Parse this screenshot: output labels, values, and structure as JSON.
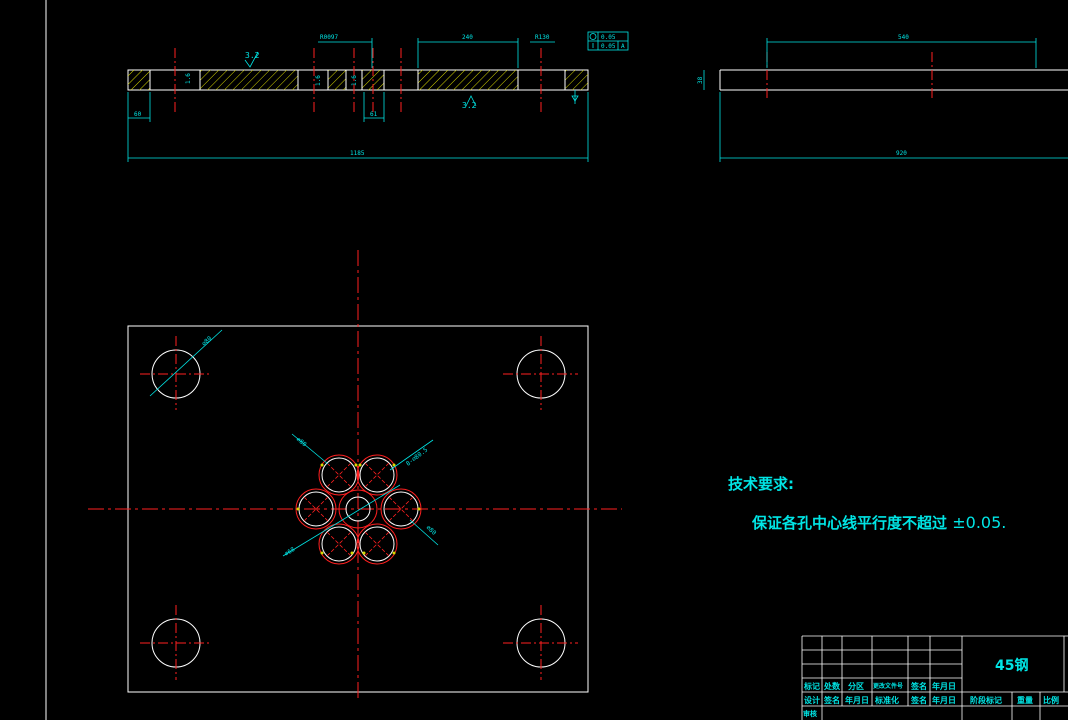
{
  "technical_requirements": {
    "title": "技术要求:",
    "line": "保证各孔中心线平行度不超过",
    "tolerance": "±0.05."
  },
  "title_block": {
    "material": "45钢",
    "row1": [
      "标记",
      "处数",
      "分区",
      "更改文件号",
      "签名",
      "年月日"
    ],
    "row2": [
      "设计",
      "签名",
      "年月日",
      "标准化",
      "签名",
      "年月日"
    ],
    "row3": [
      "审核"
    ],
    "stage_label": "阶段标记",
    "weight_label": "重量",
    "scale_label": "比例"
  },
  "section_view": {
    "roughness_top": "3.2",
    "roughness_bottom": "3.2",
    "geo_tol_1": "0.05",
    "geo_tol_2": "0.05",
    "geo_tol_datum": "A"
  },
  "plan_view": {
    "corner_hole_dim": "∅80",
    "hole_dim_1": "∅80",
    "hole_dim_2": "8-∅80.5",
    "hole_dim_3": "∅68",
    "hole_dim_4": "∅80"
  },
  "colors": {
    "outline": "#ffffff",
    "dimension": "#00e5e5",
    "centerline": "#ff2020",
    "hatch": "#d8d800"
  }
}
